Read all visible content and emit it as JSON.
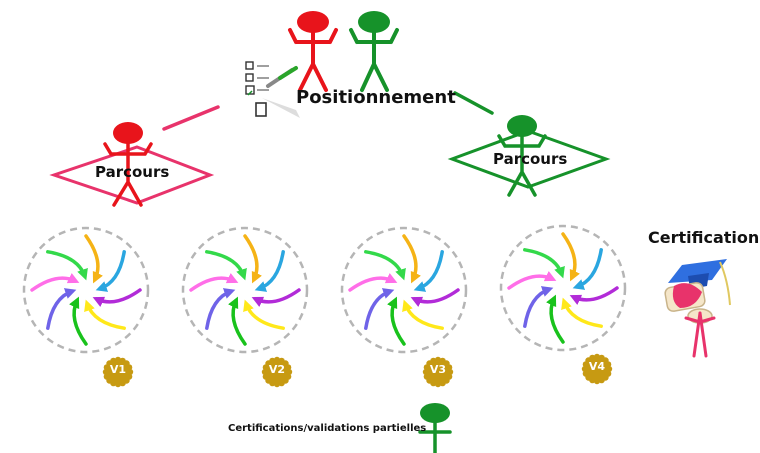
{
  "labels": {
    "positionnement": "Positionnement",
    "parcours_left": "Parcours",
    "parcours_right": "Parcours",
    "certification": "Certification",
    "partial_certifications": "Certifications/validations   partielles"
  },
  "modules": [
    {
      "badge": "V1"
    },
    {
      "badge": "V2"
    },
    {
      "badge": "V3"
    },
    {
      "badge": "V4"
    }
  ],
  "colors": {
    "red": "#e8141b",
    "green": "#16922a",
    "pink": "#e8336b",
    "gold": "#c79a12",
    "dashed_circle": "#b5b5b5",
    "arrow_colors": [
      "#f5b316",
      "#2aa6e0",
      "#b22bd8",
      "#ffe81a",
      "#19c21c",
      "#6f63e8",
      "#ff6ee8",
      "#33d94a"
    ]
  },
  "icons": [
    "checklist-pen-icon",
    "graduate-figure-icon",
    "badge-icon"
  ]
}
